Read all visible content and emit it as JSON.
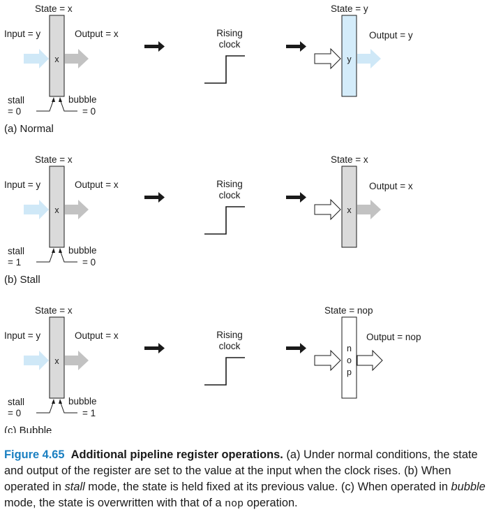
{
  "colors": {
    "input_arrow": "#cfe8f7",
    "output_arrow": "#c2c2c2",
    "register_fill": "#dadada",
    "register_loaded_fill": "#d4ecfa",
    "caption_accent": "#1a7fc1"
  },
  "panels": [
    {
      "left": {
        "state": "State = x",
        "input": "Input = y",
        "output": "Output = x",
        "reg_value": "x",
        "stall_word": "stall",
        "stall_value": "= 0",
        "bubble_word": "bubble",
        "bubble_value": "= 0"
      },
      "clock": [
        "Rising",
        "clock"
      ],
      "right": {
        "state_prefix": "State = ",
        "state_value": "y",
        "output_prefix": "Output = ",
        "output_value": "y",
        "reg_value": "y"
      },
      "label": "(a) Normal"
    },
    {
      "left": {
        "state": "State = x",
        "input": "Input = y",
        "output": "Output = x",
        "reg_value": "x",
        "stall_word": "stall",
        "stall_value": "= 1",
        "bubble_word": "bubble",
        "bubble_value": "= 0"
      },
      "clock": [
        "Rising",
        "clock"
      ],
      "right": {
        "state_prefix": "State = ",
        "state_value": "x",
        "output_prefix": "Output = ",
        "output_value": "x",
        "reg_value": "x"
      },
      "label": "(b) Stall"
    },
    {
      "left": {
        "state": "State = x",
        "input": "Input = y",
        "output": "Output = x",
        "reg_value": "x",
        "stall_word": "stall",
        "stall_value": "= 0",
        "bubble_word": "bubble",
        "bubble_value": "= 1"
      },
      "clock": [
        "Rising",
        "clock"
      ],
      "right": {
        "state_prefix": "State = ",
        "state_value": "nop",
        "output_prefix": "Output = ",
        "output_value": "nop",
        "reg_value_chars": [
          "n",
          "o",
          "p"
        ]
      },
      "label": "(c) Bubble"
    }
  ],
  "caption": {
    "figure_number": "Figure 4.65",
    "title": "Additional pipeline register operations.",
    "t1": " (a) Under normal conditions, the state and output of the register are set to the value at the input when the clock rises. (b) When operated in ",
    "stall_em": "stall",
    "t2": " mode, the state is held fixed at its previous value. (c) When operated in ",
    "bubble_em": "bubble",
    "t3": " mode, the state is overwritten with that of a ",
    "nop": "nop",
    "t4": " operation."
  }
}
